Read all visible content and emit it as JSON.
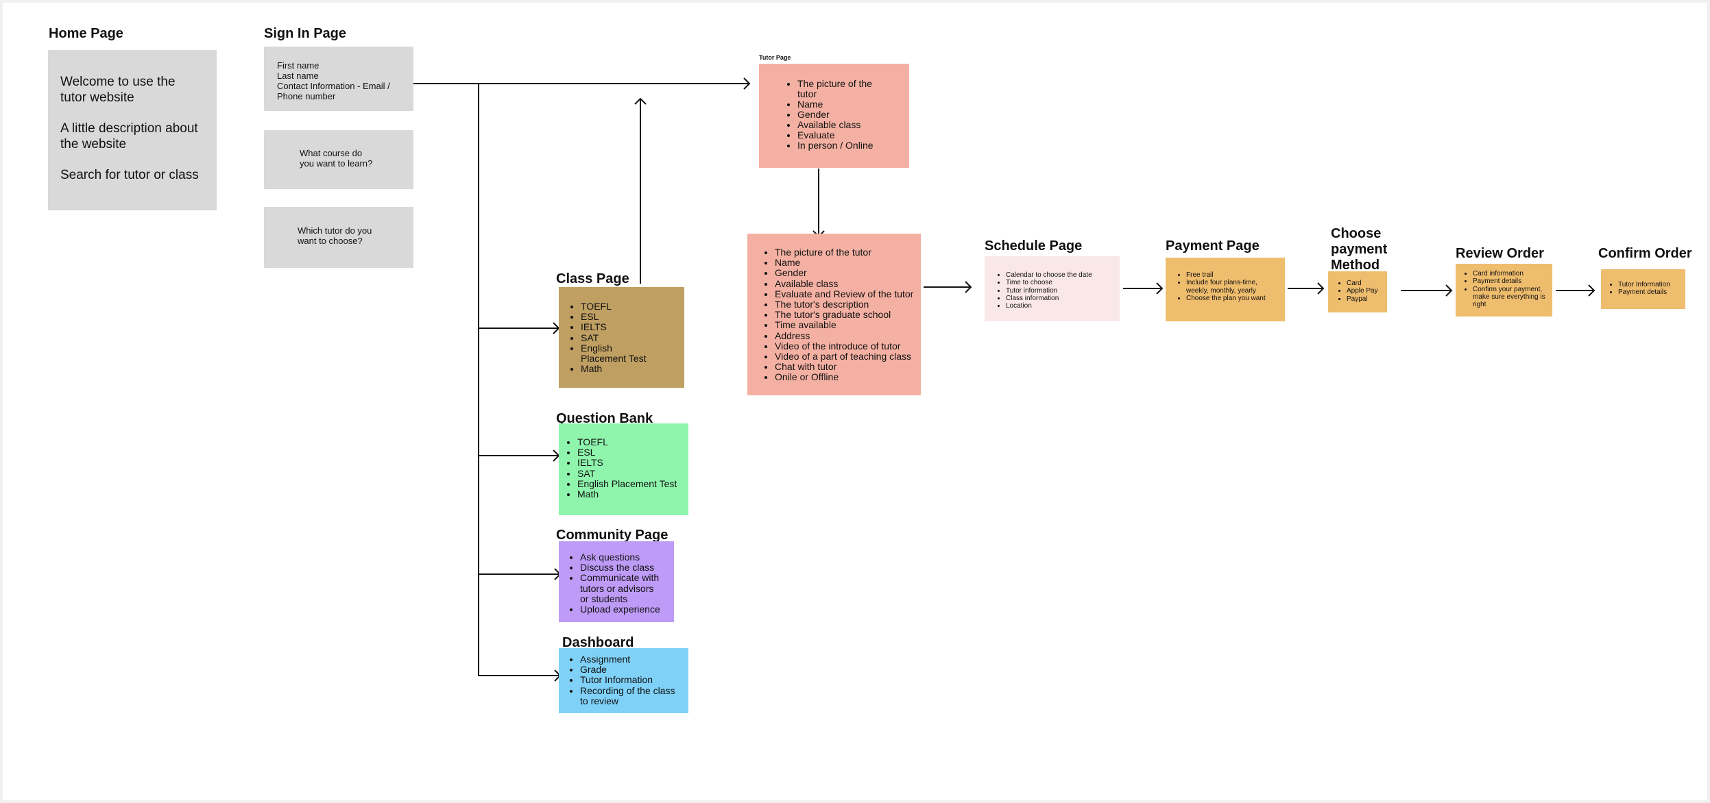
{
  "home": {
    "title": "Home Page",
    "items": [
      "Welcome to use the tutor website",
      "A little description about the website",
      "Search for tutor or class"
    ]
  },
  "signin": {
    "title": "Sign In Page",
    "fields": "First name\nLast name\nContact Information - Email / Phone number",
    "course_q": "What course do\nyou want to learn?",
    "tutor_q": "Which tutor do you\nwant to choose?"
  },
  "tutor_page": {
    "title": "Tutor Page",
    "items": [
      "The picture of the tutor",
      "Name",
      "Gender",
      "Available class",
      "Evaluate",
      "In person / Online"
    ]
  },
  "tutor_detail": {
    "items": [
      "The picture of the tutor",
      "Name",
      "Gender",
      "Available class",
      "Evaluate and Review of the tutor",
      "The tutor's description",
      "The tutor's graduate school",
      "Time available",
      "Address",
      "Video of the introduce of tutor",
      "Video of a part of teaching class",
      "Chat with tutor",
      "Onile or Offline"
    ]
  },
  "class_page": {
    "title": "Class Page",
    "items": [
      "TOEFL",
      "ESL",
      "IELTS",
      "SAT",
      "English Placement Test",
      "Math"
    ]
  },
  "question_bank": {
    "title": "Question Bank",
    "items": [
      "TOEFL",
      "ESL",
      "IELTS",
      "SAT",
      "English Placement Test",
      "Math"
    ]
  },
  "community": {
    "title": "Community Page",
    "items": [
      "Ask questions",
      "Discuss the class",
      "Communicate with tutors or advisors or students",
      "Upload experience"
    ]
  },
  "dashboard": {
    "title": "Dashboard",
    "items": [
      "Assignment",
      "Grade",
      "Tutor Information",
      "Recording of the class to review"
    ]
  },
  "schedule": {
    "title": "Schedule Page",
    "items": [
      "Calendar to choose the date",
      "Time to choose",
      "Tutor information",
      "Class information",
      "Location"
    ]
  },
  "payment": {
    "title": "Payment Page",
    "items": [
      "Free trail",
      "Include four plans-time, weekly, monthly, yearly",
      "Choose the plan you want"
    ]
  },
  "payment_method": {
    "title": "Choose payment Method",
    "items": [
      "Card",
      "Apple Pay",
      "Paypal"
    ]
  },
  "review": {
    "title": "Review Order",
    "items": [
      "Card information",
      "Payment details",
      "Confirm your payment, make sure everything is right"
    ]
  },
  "confirm": {
    "title": "Confirm Order",
    "items": [
      "Tutor Information",
      "Payment details"
    ]
  },
  "colors": {
    "gray": "#d9d9d9",
    "tutor": "#f4b1a3",
    "class": "#bf9f62",
    "question": "#8ff5ad",
    "community": "#be9bf6",
    "dashboard": "#7fd1f7",
    "schedule": "#fae8e6",
    "orange": "#efbd6e"
  }
}
